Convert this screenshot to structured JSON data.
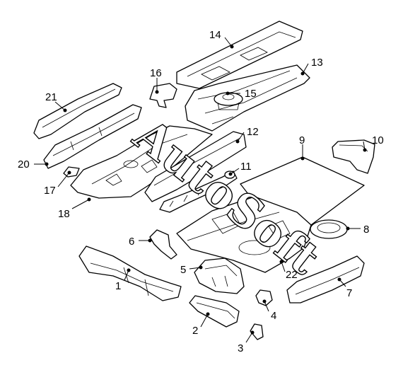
{
  "callouts": {
    "c1": "1",
    "c2": "2",
    "c3": "3",
    "c4": "4",
    "c5": "5",
    "c6": "6",
    "c7": "7",
    "c8": "8",
    "c9": "9",
    "c10": "10",
    "c11": "11",
    "c12": "12",
    "c13": "13",
    "c14": "14",
    "c15": "15",
    "c16": "16",
    "c17": "17",
    "c18": "18",
    "c20": "20",
    "c21": "21",
    "c22": "22"
  },
  "watermark": {
    "text": "AutoSoft"
  }
}
